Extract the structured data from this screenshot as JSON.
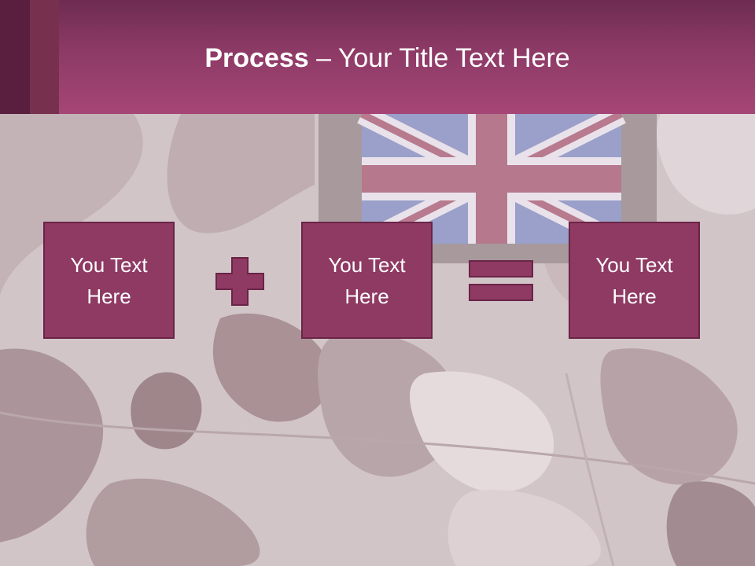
{
  "slide": {
    "title_bold": "Process",
    "title_rest": " – Your Title Text Here"
  },
  "boxes": [
    {
      "label": "You Text Here"
    },
    {
      "label": "You Text Here"
    },
    {
      "label": "You Text Here"
    }
  ],
  "operators": {
    "first": "plus-icon",
    "second": "equals-icon"
  },
  "colors": {
    "title_bar": "#a54676",
    "box_fill": "#8e3a63",
    "box_border": "#6a2447",
    "operator_fill": "#8e3a63"
  }
}
